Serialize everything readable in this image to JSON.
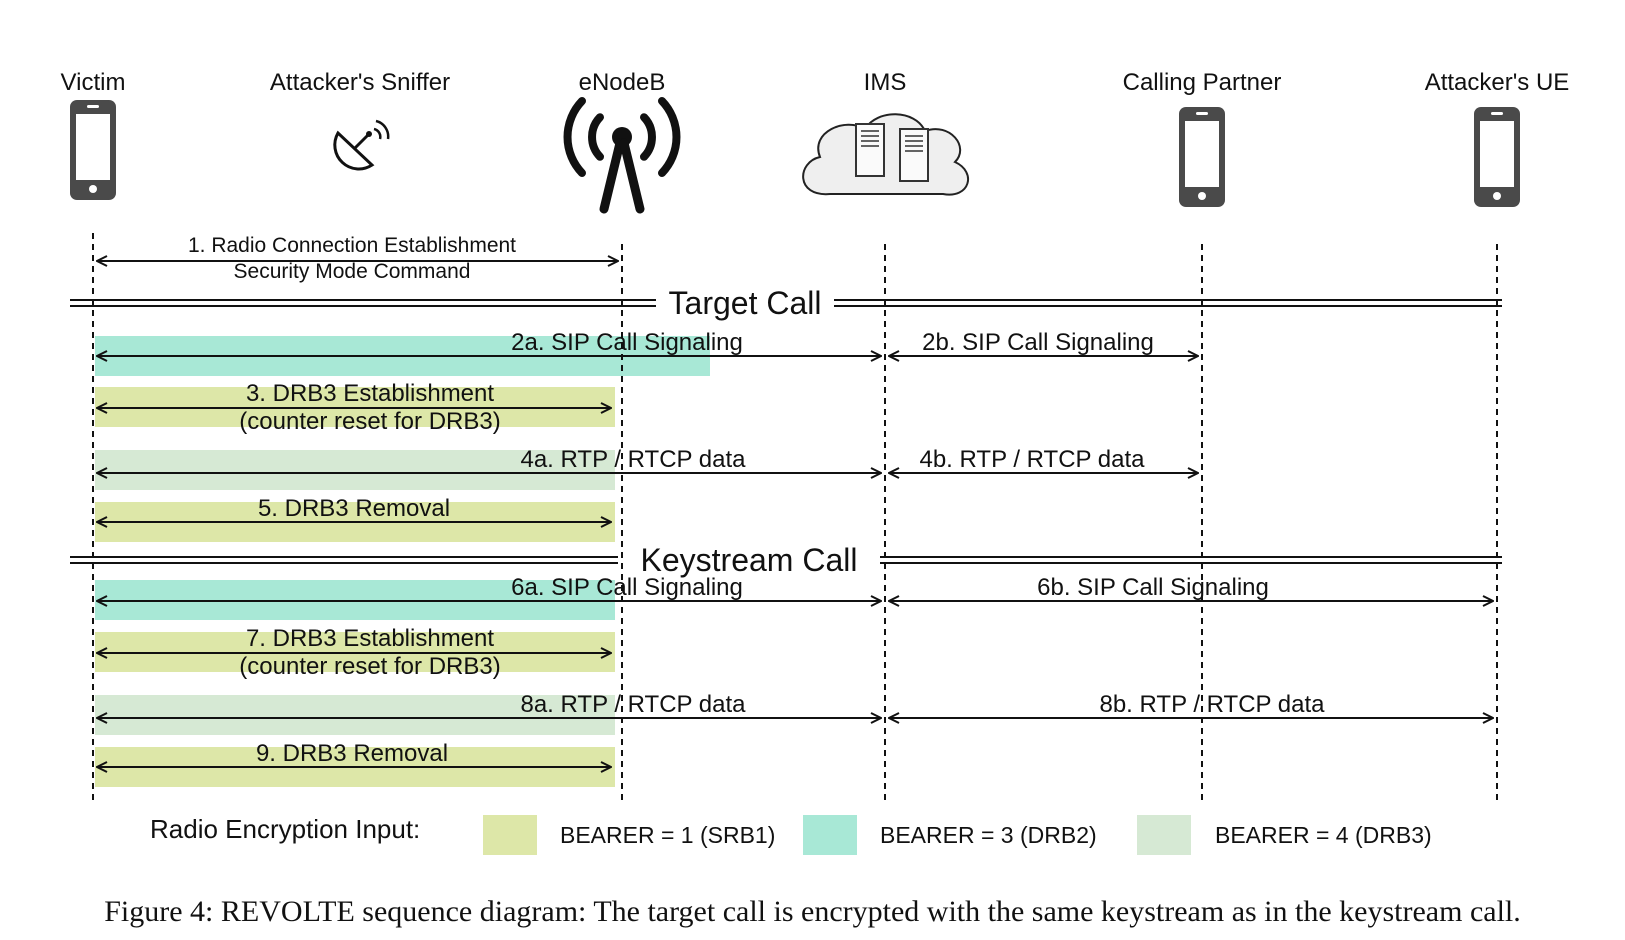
{
  "actors": [
    {
      "id": "victim",
      "label": "Victim",
      "icon": "smartphone-icon"
    },
    {
      "id": "sniffer",
      "label": "Attacker's  Sniffer",
      "icon": "satellite-dish-icon"
    },
    {
      "id": "enodeb",
      "label": "eNodeB",
      "icon": "radio-tower-icon"
    },
    {
      "id": "ims",
      "label": "IMS",
      "icon": "server-cloud-icon"
    },
    {
      "id": "partner",
      "label": "Calling Partner",
      "icon": "smartphone-icon"
    },
    {
      "id": "attacker_ue",
      "label": "Attacker's UE",
      "icon": "smartphone-icon"
    }
  ],
  "sections": {
    "target": "Target Call",
    "keystream": "Keystream Call"
  },
  "messages": [
    {
      "id": "m1",
      "line1": "1. Radio Connection Establishment",
      "line2": "Security Mode Command",
      "from": "victim",
      "to": "enodeb",
      "bearer": null
    },
    {
      "id": "m2a",
      "line1": "2a. SIP Call Signaling",
      "line2": "",
      "from": "victim",
      "to": "ims",
      "bearer": "drb2"
    },
    {
      "id": "m2b",
      "line1": "2b. SIP Call Signaling",
      "line2": "",
      "from": "ims",
      "to": "partner",
      "bearer": null
    },
    {
      "id": "m3",
      "line1": "3. DRB3 Establishment",
      "line2": "(counter reset for DRB3)",
      "from": "victim",
      "to": "enodeb",
      "bearer": "srb1"
    },
    {
      "id": "m4a",
      "line1": "4a. RTP / RTCP data",
      "line2": "",
      "from": "victim",
      "to": "ims",
      "bearer": "drb3"
    },
    {
      "id": "m4b",
      "line1": "4b. RTP / RTCP data",
      "line2": "",
      "from": "ims",
      "to": "partner",
      "bearer": null
    },
    {
      "id": "m5",
      "line1": "5. DRB3 Removal",
      "line2": "",
      "from": "victim",
      "to": "enodeb",
      "bearer": "srb1"
    },
    {
      "id": "m6a",
      "line1": "6a. SIP Call Signaling",
      "line2": "",
      "from": "victim",
      "to": "ims",
      "bearer": "drb2"
    },
    {
      "id": "m6b",
      "line1": "6b. SIP Call Signaling",
      "line2": "",
      "from": "ims",
      "to": "attacker_ue",
      "bearer": null
    },
    {
      "id": "m7",
      "line1": "7. DRB3 Establishment",
      "line2": "(counter reset for DRB3)",
      "from": "victim",
      "to": "enodeb",
      "bearer": "srb1"
    },
    {
      "id": "m8a",
      "line1": "8a. RTP / RTCP data",
      "line2": "",
      "from": "victim",
      "to": "ims",
      "bearer": "drb3"
    },
    {
      "id": "m8b",
      "line1": "8b. RTP / RTCP data",
      "line2": "",
      "from": "ims",
      "to": "attacker_ue",
      "bearer": null
    },
    {
      "id": "m9",
      "line1": "9. DRB3 Removal",
      "line2": "",
      "from": "victim",
      "to": "enodeb",
      "bearer": "srb1"
    }
  ],
  "legend": {
    "title": "Radio Encryption Input:",
    "items": [
      {
        "id": "srb1",
        "label": "BEARER = 1 (SRB1)",
        "color": "#dde7a8"
      },
      {
        "id": "drb2",
        "label": "BEARER = 3 (DRB2)",
        "color": "#a8e8d6"
      },
      {
        "id": "drb3",
        "label": "BEARER = 4 (DRB3)",
        "color": "#d6e9d4"
      }
    ]
  },
  "caption": {
    "prefix": "Figure 4: ",
    "name": "REVOLTE",
    "text": " sequence diagram: The target call is encrypted with the same keystream as in the keystream call."
  },
  "colors": {
    "line": "#111111",
    "icon": "#4a4a4a",
    "cloud_fill": "#efefef"
  }
}
